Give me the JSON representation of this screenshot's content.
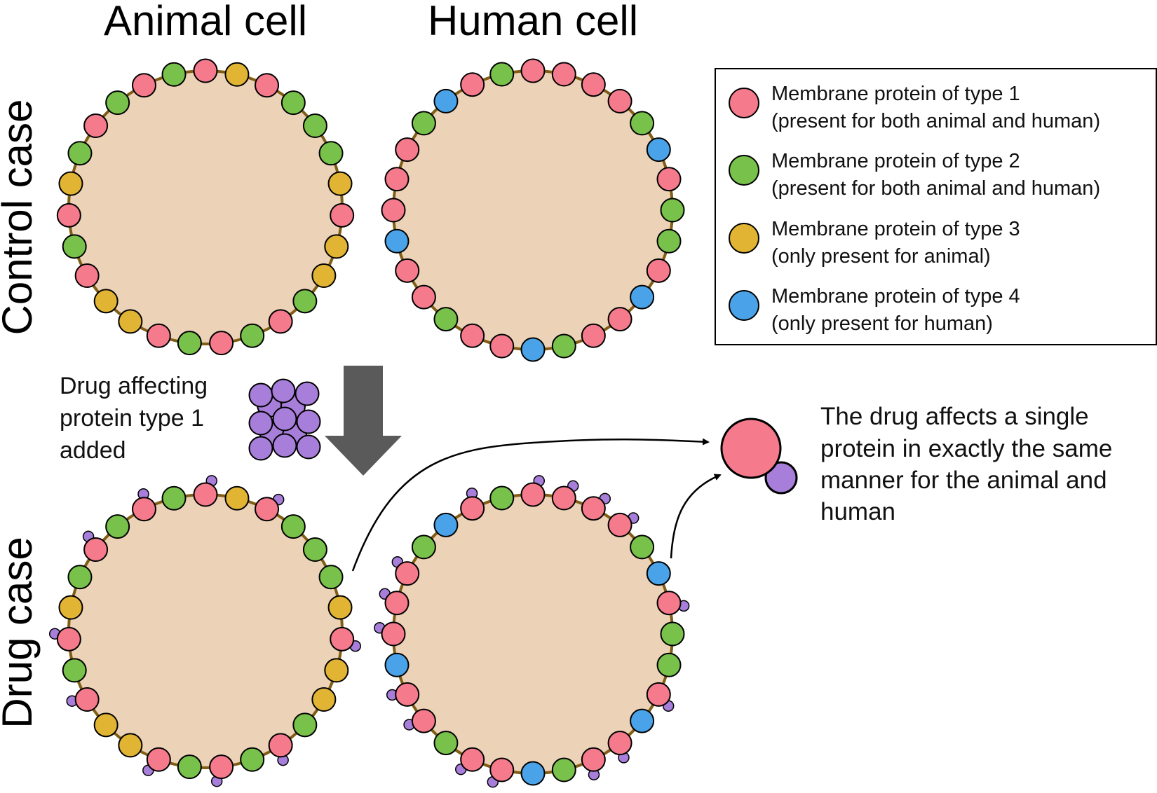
{
  "columns": {
    "animal": "Animal cell",
    "human": "Human cell"
  },
  "rows": {
    "control": "Control case",
    "drug": "Drug case"
  },
  "legend": [
    {
      "line1": "Membrane protein of type 1",
      "line2": "(present for both animal and human)",
      "color": "#f47a8c"
    },
    {
      "line1": "Membrane protein of type 2",
      "line2": "(present for both animal and human)",
      "color": "#78c14a"
    },
    {
      "line1": "Membrane protein of type 3",
      "line2": "(only present for animal)",
      "color": "#e2b434"
    },
    {
      "line1": "Membrane protein of type 4",
      "line2": "(only present for human)",
      "color": "#4aa3e8"
    }
  ],
  "drug_label": [
    "Drug affecting",
    "protein type 1",
    "added"
  ],
  "note": [
    "The drug affects a single",
    "protein in exactly the same",
    "manner for the animal and",
    "human"
  ],
  "colors": {
    "cytoplasm": "#ecd2b6",
    "membrane": "#7f5d15",
    "drug": "#a77ed9",
    "arrow": "#5a5a5a",
    "outline": "#000000"
  },
  "cells": {
    "animal": [
      1,
      3,
      1,
      2,
      2,
      2,
      3,
      1,
      3,
      3,
      2,
      1,
      2,
      1,
      2,
      1,
      3,
      3,
      1,
      2,
      1,
      3,
      2,
      1,
      2,
      1,
      2
    ],
    "human": [
      1,
      1,
      1,
      1,
      2,
      4,
      1,
      2,
      2,
      1,
      4,
      1,
      1,
      2,
      4,
      1,
      1,
      2,
      1,
      1,
      4,
      1,
      1,
      1,
      2,
      4,
      1,
      2
    ]
  }
}
